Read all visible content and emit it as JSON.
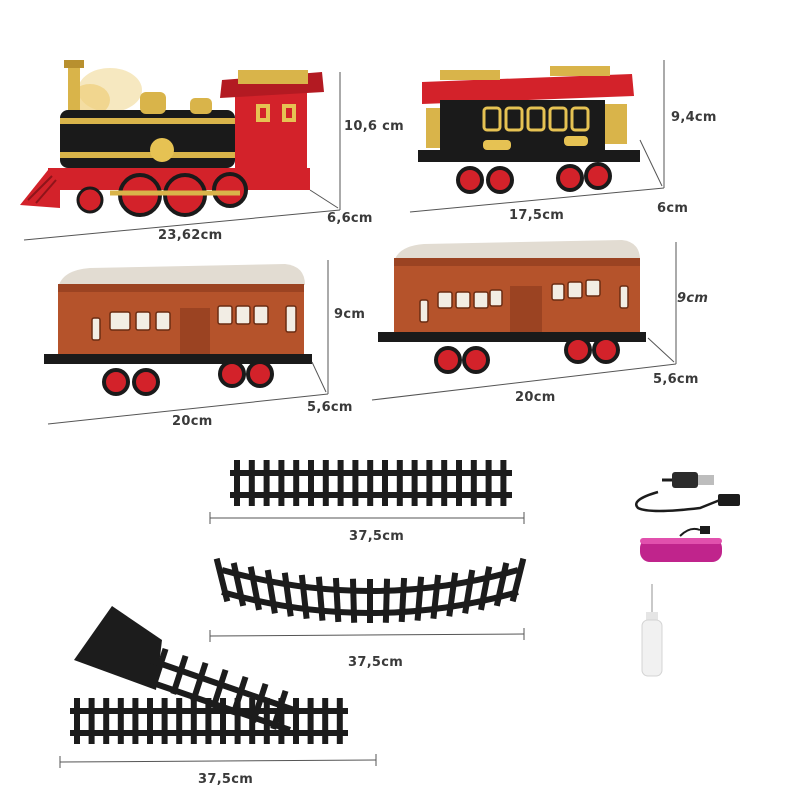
{
  "items": {
    "locomotive": {
      "length": "23,62cm",
      "height": "10,6 cm",
      "width": "6,6cm"
    },
    "tender_car": {
      "length": "17,5cm",
      "height": "9,4cm",
      "width": "6cm"
    },
    "passenger_car_1": {
      "length": "20cm",
      "height": "9cm",
      "width": "5,6cm"
    },
    "passenger_car_2": {
      "length": "20cm",
      "height": "9cm",
      "width": "5,6cm"
    },
    "straight_track": {
      "length": "37,5cm"
    },
    "curved_track": {
      "length": "37,5cm"
    },
    "switch_track": {
      "length": "37,5cm"
    }
  },
  "accessories": [
    "usb-charging-cable",
    "lithium-battery",
    "smoke-oil-dropper-bottle"
  ],
  "colors": {
    "loco_red": "#d3222a",
    "loco_black": "#1a1a1a",
    "gold": "#d9b44a",
    "coach_brown": "#b5532b",
    "coach_roof": "#e2dcd2",
    "track_black": "#1c1c1c",
    "battery_pink": "#c0248c"
  }
}
